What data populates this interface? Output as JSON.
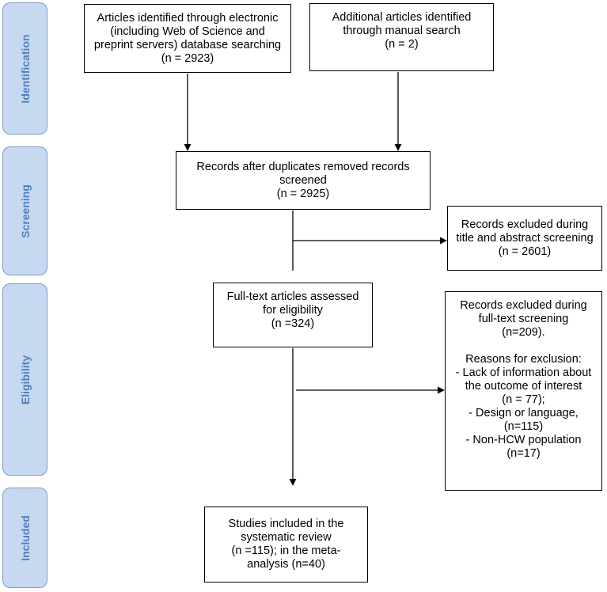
{
  "phases": {
    "identification": "Identification",
    "screening": "Screening",
    "eligibility": "Eligibility",
    "included": "Included"
  },
  "boxes": {
    "database": [
      "Articles identified through electronic",
      "(including Web of Science and",
      "preprint servers) database searching",
      "(n = 2923)"
    ],
    "manual": [
      "Additional articles identified",
      "through manual search",
      "(n = 2)"
    ],
    "screened": [
      "Records after duplicates removed records",
      "screened",
      "(n = 2925)"
    ],
    "excluded_title": [
      "Records excluded during",
      "title and abstract screening",
      "(n = 2601)"
    ],
    "fulltext": [
      "Full-text articles assessed",
      "for eligibility",
      "(n =324)"
    ],
    "excluded_fulltext": {
      "head": [
        "Records excluded during",
        "full-text screening",
        "(n=209)."
      ],
      "reasons": [
        "Reasons for exclusion:",
        "- Lack of information about",
        "the outcome of interest",
        "(n = 77);",
        "- Design or language,",
        "(n=115)",
        "- Non-HCW population",
        "(n=17)"
      ]
    },
    "included": [
      "Studies included in the",
      "systematic review",
      "(n =115); in the meta-",
      "analysis (n=40)"
    ]
  }
}
